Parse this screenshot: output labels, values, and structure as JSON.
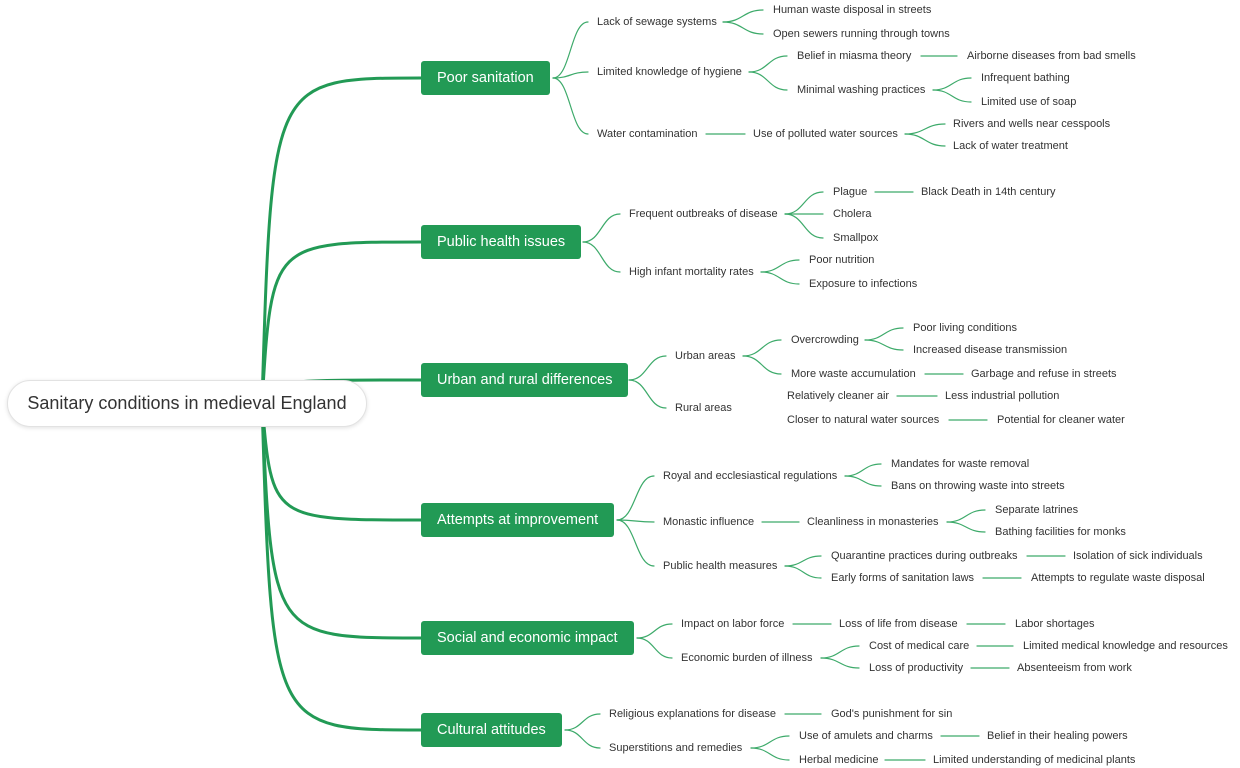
{
  "root": "Sanitary conditions in medieval England",
  "branches": [
    {
      "label": "Poor sanitation",
      "children": [
        {
          "label": "Lack of sewage systems",
          "children": [
            {
              "label": "Human waste disposal in streets"
            },
            {
              "label": "Open sewers running through towns"
            }
          ]
        },
        {
          "label": "Limited knowledge of hygiene",
          "children": [
            {
              "label": "Belief in miasma theory",
              "children": [
                {
                  "label": "Airborne diseases from bad smells"
                }
              ]
            },
            {
              "label": "Minimal washing practices",
              "children": [
                {
                  "label": "Infrequent bathing"
                },
                {
                  "label": "Limited use of soap"
                }
              ]
            }
          ]
        },
        {
          "label": "Water contamination",
          "children": [
            {
              "label": "Use of polluted water sources",
              "children": [
                {
                  "label": "Rivers and wells near cesspools"
                },
                {
                  "label": "Lack of water treatment"
                }
              ]
            }
          ]
        }
      ]
    },
    {
      "label": "Public health issues",
      "children": [
        {
          "label": "Frequent outbreaks of disease",
          "children": [
            {
              "label": "Plague",
              "children": [
                {
                  "label": "Black Death in 14th century"
                }
              ]
            },
            {
              "label": "Cholera"
            },
            {
              "label": "Smallpox"
            }
          ]
        },
        {
          "label": "High infant mortality rates",
          "children": [
            {
              "label": "Poor nutrition"
            },
            {
              "label": "Exposure to infections"
            }
          ]
        }
      ]
    },
    {
      "label": "Urban and rural differences",
      "children": [
        {
          "label": "Urban areas",
          "children": [
            {
              "label": "Overcrowding",
              "children": [
                {
                  "label": "Poor living conditions"
                },
                {
                  "label": "Increased disease transmission"
                }
              ]
            },
            {
              "label": "More waste accumulation",
              "children": [
                {
                  "label": "Garbage and refuse in streets"
                }
              ]
            }
          ]
        },
        {
          "label": "Rural areas",
          "children": [
            {
              "label": "Relatively cleaner air",
              "children": [
                {
                  "label": "Less industrial pollution"
                }
              ]
            },
            {
              "label": "Closer to natural water sources",
              "children": [
                {
                  "label": "Potential for cleaner water"
                }
              ]
            }
          ]
        }
      ]
    },
    {
      "label": "Attempts at improvement",
      "children": [
        {
          "label": "Royal and ecclesiastical regulations",
          "children": [
            {
              "label": "Mandates for waste removal"
            },
            {
              "label": "Bans on throwing waste into streets"
            }
          ]
        },
        {
          "label": "Monastic influence",
          "children": [
            {
              "label": "Cleanliness in monasteries",
              "children": [
                {
                  "label": "Separate latrines"
                },
                {
                  "label": "Bathing facilities for monks"
                }
              ]
            }
          ]
        },
        {
          "label": "Public health measures",
          "children": [
            {
              "label": "Quarantine practices during outbreaks",
              "children": [
                {
                  "label": "Isolation of sick individuals"
                }
              ]
            },
            {
              "label": "Early forms of sanitation laws",
              "children": [
                {
                  "label": "Attempts to regulate waste disposal"
                }
              ]
            }
          ]
        }
      ]
    },
    {
      "label": "Social and economic impact",
      "children": [
        {
          "label": "Impact on labor force",
          "children": [
            {
              "label": "Loss of life from disease",
              "children": [
                {
                  "label": "Labor shortages"
                }
              ]
            }
          ]
        },
        {
          "label": "Economic burden of illness",
          "children": [
            {
              "label": "Cost of medical care",
              "children": [
                {
                  "label": "Limited medical knowledge and resources"
                }
              ]
            },
            {
              "label": "Loss of productivity",
              "children": [
                {
                  "label": "Absenteeism from work"
                }
              ]
            }
          ]
        }
      ]
    },
    {
      "label": "Cultural attitudes",
      "children": [
        {
          "label": "Religious explanations for disease",
          "children": [
            {
              "label": "God's punishment for sin"
            }
          ]
        },
        {
          "label": "Superstitions and remedies",
          "children": [
            {
              "label": "Use of amulets and charms",
              "children": [
                {
                  "label": "Belief in their healing powers"
                }
              ]
            },
            {
              "label": "Herbal medicine",
              "children": [
                {
                  "label": "Limited understanding of medicinal plants"
                }
              ]
            }
          ]
        }
      ]
    }
  ],
  "colors": {
    "branch": "#229a55",
    "line": "#3daa6a",
    "text": "#333333"
  }
}
